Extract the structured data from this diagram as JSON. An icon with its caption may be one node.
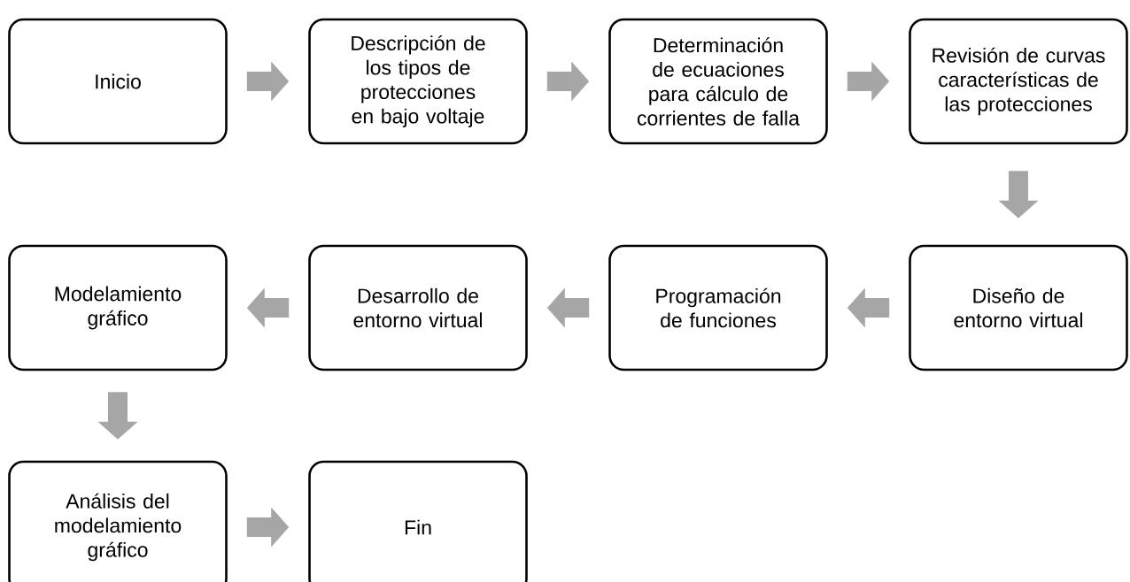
{
  "diagram": {
    "nodes": [
      {
        "text": [
          "Inicio"
        ]
      },
      {
        "text": [
          "Descripción de los tipos de protecciones en bajo voltaje"
        ]
      },
      {
        "text": [
          "Determinación de ecuaciones para cálculo de corrientes de falla"
        ]
      },
      {
        "text": [
          "Revisión de curvas características de las protecciones"
        ]
      },
      {
        "text": [
          "Modelamiento gráfico"
        ]
      },
      {
        "text": [
          "Desarrollo de entorno virtual"
        ]
      },
      {
        "text": [
          "Programación de funciones"
        ]
      },
      {
        "text": [
          "Diseño de entorno virtual"
        ]
      },
      {
        "text": [
          "Análisis del modelamiento gráfico"
        ]
      },
      {
        "text": [
          "Fin"
        ]
      }
    ],
    "edges": [
      {
        "from": 0,
        "to": 1,
        "arrow": "to"
      },
      {
        "from": 1,
        "to": 2,
        "arrow": "to"
      },
      {
        "from": 2,
        "to": 3,
        "arrow": "to"
      },
      {
        "from": 3,
        "to": 7,
        "arrow": "to"
      },
      {
        "from": 7,
        "to": 6,
        "arrow": "to"
      },
      {
        "from": 6,
        "to": 5,
        "arrow": "to"
      },
      {
        "from": 5,
        "to": 4,
        "arrow": "to"
      },
      {
        "from": 4,
        "to": 8,
        "arrow": "to"
      },
      {
        "from": 8,
        "to": 9,
        "arrow": "to"
      }
    ]
  }
}
